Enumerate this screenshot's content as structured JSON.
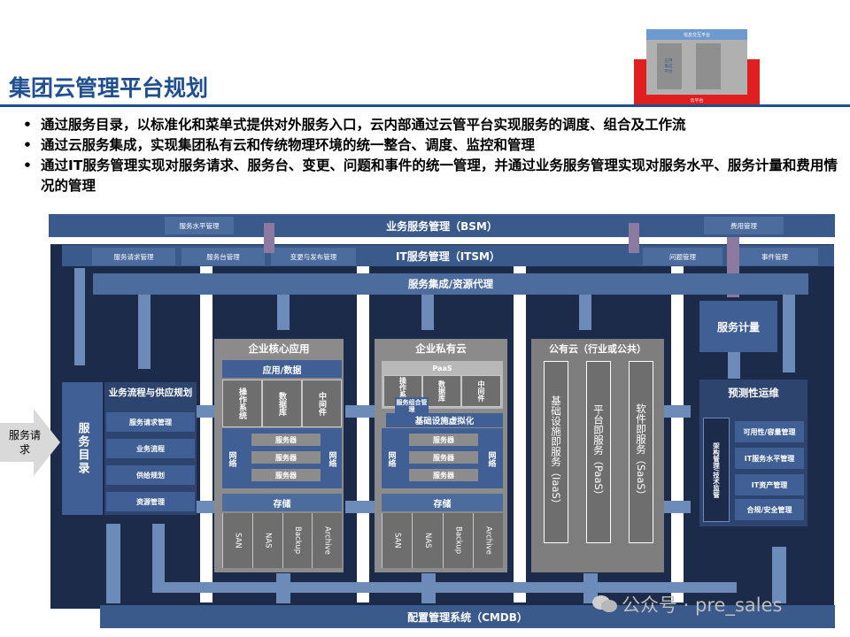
{
  "page": {
    "title": "集团云管理平台规划",
    "bullets": [
      "通过服务目录，以标准化和菜单式提供对外服务入口，云内部通过云管平台实现服务的调度、组合及工作流",
      "通过云服务集成，实现集团私有云和传统物理环境的统一整合、调度、监控和管理",
      "通过IT服务管理实现对服务请求、服务台、变更、问题和事件的统一管理，并通过业务服务管理实现对服务水平、服务计量和费用情况的管理"
    ]
  },
  "logo": {
    "top": "信息交互平台",
    "mid": "应用\n集成\n平台",
    "bottom": "云平台"
  },
  "bsm": {
    "label": "业务服务管理（BSM）",
    "left_pill": "服务水平管理",
    "right_pill": "费用管理"
  },
  "itsm": {
    "label": "IT服务管理（ITSM）",
    "pills": [
      "服务请求管理",
      "服务台管理",
      "变更与发布管理",
      "问题管理",
      "事件管理"
    ]
  },
  "integration": {
    "label": "服务集成/资源代理"
  },
  "request": {
    "label": "服务请求"
  },
  "catalog": {
    "label": "服务目录"
  },
  "process": {
    "title": "业务流程与供应规划",
    "items": [
      "服务请求管理",
      "业务流程",
      "供给规划",
      "资源管理"
    ]
  },
  "enterprise": {
    "title": "企业核心应用",
    "app_data": "应用/数据",
    "slots": [
      "操作系统",
      "数据库",
      "中间件"
    ],
    "servers": [
      "服务器",
      "服务器",
      "服务器"
    ],
    "network": "网络",
    "storage": "存储",
    "storage_slots": [
      "SAN",
      "NAS",
      "Backup",
      "Archive"
    ]
  },
  "private": {
    "title": "企业私有云",
    "paas": "PaaS",
    "slots": [
      "操作系统",
      "数据库",
      "中间件"
    ],
    "combo": "服务组合管理",
    "virt": "基础设施虚拟化",
    "servers": [
      "服务器",
      "服务器",
      "服务器"
    ],
    "network": "网络",
    "storage": "存储",
    "storage_slots": [
      "SAN",
      "NAS",
      "Backup",
      "Archive"
    ]
  },
  "public": {
    "title": "公有云（行业或公共）",
    "items": [
      "基础设施即服务（IaaS）",
      "平台即服务（PaaS）",
      "软件即服务（SaaS）"
    ]
  },
  "metering": {
    "label": "服务计量"
  },
  "ops": {
    "title": "预测性运维",
    "side": "架构管理/技术监管",
    "items": [
      "可用性/容量管理",
      "IT服务水平管理",
      "IT资产管理",
      "合规/安全管理"
    ]
  },
  "cmdb": {
    "label": "配置管理系统（CMDB）"
  },
  "watermark": {
    "text": "公众号 · pre_sales"
  }
}
